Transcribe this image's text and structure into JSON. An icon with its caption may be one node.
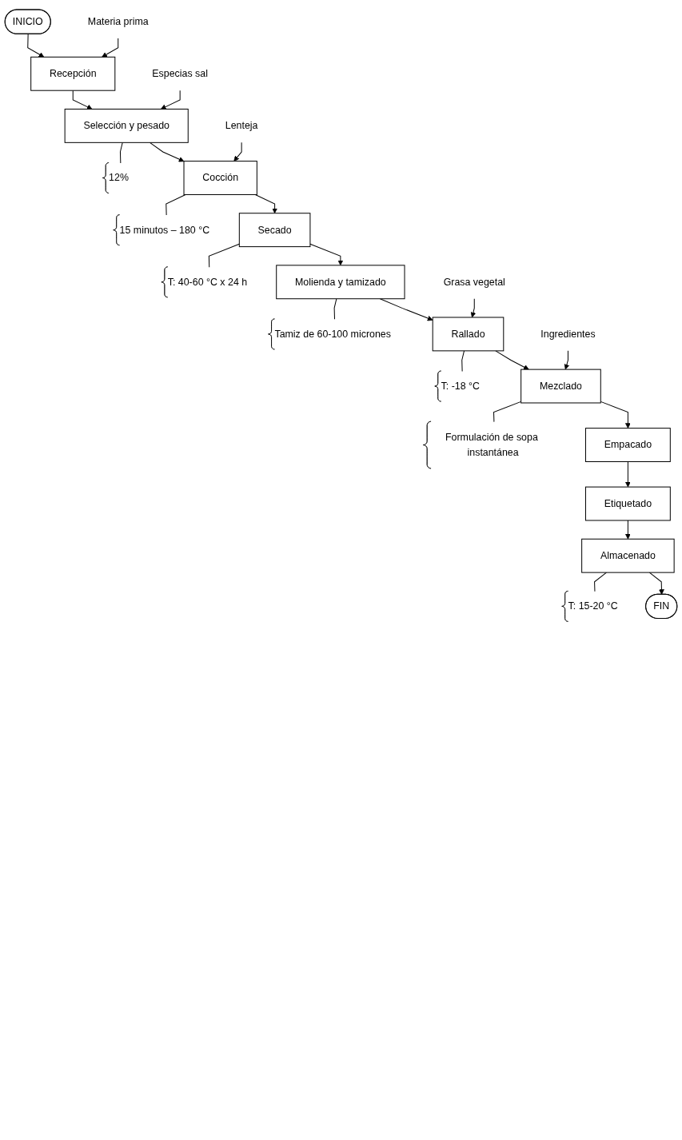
{
  "diagram": {
    "nodes": [
      {
        "text": [
          "INICIO"
        ]
      },
      {
        "text": [
          "Materia prima"
        ]
      },
      {
        "text": [
          "Recepción"
        ]
      },
      {
        "text": [
          "Especias sal"
        ]
      },
      {
        "text": [
          "Selección y pesado"
        ]
      },
      {
        "text": [
          "12%"
        ]
      },
      {
        "text": [
          "Lenteja"
        ]
      },
      {
        "text": [
          "Cocción"
        ]
      },
      {
        "text": [
          "15 minutos – 180 °C"
        ]
      },
      {
        "text": [
          "Secado"
        ]
      },
      {
        "text": [
          "T: 40-60 °C x 24 h"
        ]
      },
      {
        "text": [
          "Molienda y tamizado"
        ]
      },
      {
        "text": [
          "Tamiz de 60-100 micrones"
        ]
      },
      {
        "text": [
          "Grasa vegetal"
        ]
      },
      {
        "text": [
          "Rallado"
        ]
      },
      {
        "text": [
          "T: -18 °C"
        ]
      },
      {
        "text": [
          "Ingredientes"
        ]
      },
      {
        "text": [
          "Mezclado"
        ]
      },
      {
        "text": [
          "Formulación de sopa instantánea"
        ]
      },
      {
        "text": [
          "Empacado"
        ]
      },
      {
        "text": [
          "Etiquetado"
        ]
      },
      {
        "text": [
          "Almacenado"
        ]
      },
      {
        "text": [
          "T: 15-20 °C"
        ]
      },
      {
        "text": [
          "FIN"
        ]
      }
    ],
    "edges": [
      {
        "from": 0,
        "to": 2,
        "arrow": "to"
      },
      {
        "from": 1,
        "to": 2,
        "arrow": "to"
      },
      {
        "from": 2,
        "to": 4,
        "arrow": "to"
      },
      {
        "from": 3,
        "to": 4,
        "arrow": "to"
      },
      {
        "from": 4,
        "to": 5,
        "arrow": "none"
      },
      {
        "from": 4,
        "to": 7,
        "arrow": "to"
      },
      {
        "from": 6,
        "to": 7,
        "arrow": "to"
      },
      {
        "from": 7,
        "to": 8,
        "arrow": "none"
      },
      {
        "from": 7,
        "to": 9,
        "arrow": "to"
      },
      {
        "from": 9,
        "to": 10,
        "arrow": "none"
      },
      {
        "from": 9,
        "to": 11,
        "arrow": "to"
      },
      {
        "from": 11,
        "to": 12,
        "arrow": "none"
      },
      {
        "from": 11,
        "to": 14,
        "arrow": "to"
      },
      {
        "from": 13,
        "to": 14,
        "arrow": "to"
      },
      {
        "from": 14,
        "to": 15,
        "arrow": "none"
      },
      {
        "from": 14,
        "to": 17,
        "arrow": "to"
      },
      {
        "from": 16,
        "to": 17,
        "arrow": "to"
      },
      {
        "from": 17,
        "to": 18,
        "arrow": "none"
      },
      {
        "from": 17,
        "to": 19,
        "arrow": "to"
      },
      {
        "from": 19,
        "to": 20,
        "arrow": "to"
      },
      {
        "from": 20,
        "to": 21,
        "arrow": "to"
      },
      {
        "from": 21,
        "to": 22,
        "arrow": "none"
      },
      {
        "from": 21,
        "to": 23,
        "arrow": "to"
      }
    ]
  }
}
